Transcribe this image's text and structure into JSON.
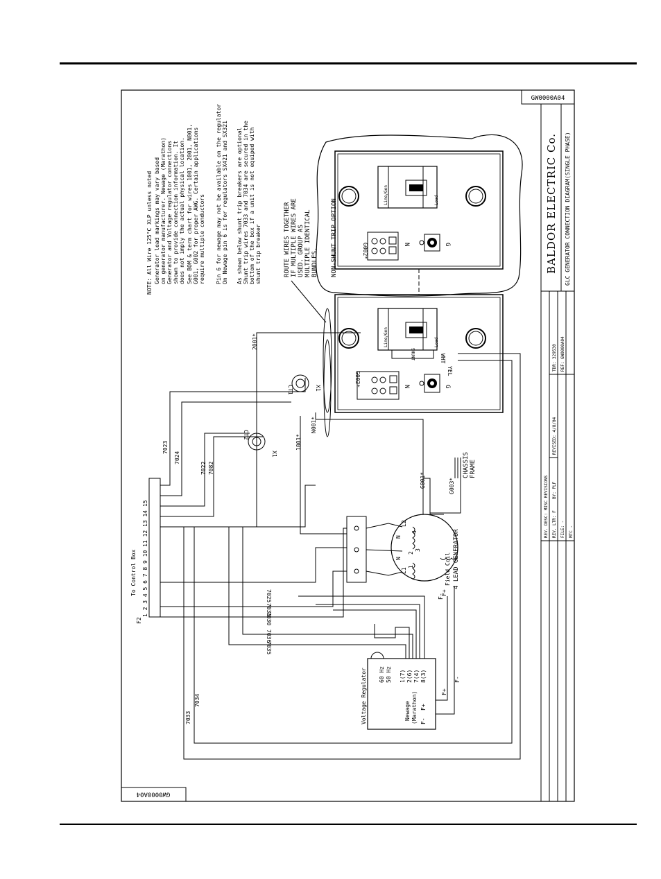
{
  "drawing_number": "GW0000A04",
  "notes": [
    "NOTE:   All Wire 125°C XLP unless noted",
    "Generator lead markings may vary based",
    "on generator manufacturer. Newage (Marathon)",
    "Generator and Voltage regulator connections",
    "shown to provide connection information. It",
    "does not imply the actual physical location.",
    "See BOM & term chart for wires 1001, 2001, N001,",
    "G001, G002 for proper AWG. Certain applications",
    "require multiple conductors",
    "Pin 6 for newage may not be available on the regulator",
    "On Newage pin 6 is for regulators SX421 and SX321",
    "As shown below shunt trip breakers are optional",
    "Shunt trip wires 7033 and 7034 are secured in the",
    "bottom of the box if a unit is not equiped with",
    "shunt trip breaker"
  ],
  "route_note": [
    "ROUTE WIRES TOGETHER",
    "IF MULTIPLE WIRES ARE",
    "USED. GROUP AS",
    "MULTIPLE IDENTICAL",
    "BUNDLES."
  ],
  "non_shunt_label": "NON-SHUNT TRIP OPTION",
  "title_block": {
    "company": "BALDOR ELECTRIC Co.",
    "title": "GLC GENERATOR CONNECTION DIAGRAM(SINGLE PHASE)",
    "rev_desc": "REV. DESC: MISC REVISIONS",
    "rev_ltr": "REV. LTR: F",
    "by": "BY: PLF",
    "revised": "REVISED: 4/8/04",
    "file": "FILE: -",
    "mtc": "MTC -",
    "tdr": "TDR: 329530",
    "ref": "REF: GW0000A04"
  },
  "control_box": {
    "title": "To Control Box",
    "terminal": "F2",
    "pins": "1  2  3  4  5  6  7  8  9  10  11 12  13 14  15"
  },
  "regulator": {
    "title": "Voltage Regulator",
    "maker": [
      "Newage",
      "(Marathon)"
    ],
    "freq": [
      "60 Hz",
      "50 Hz"
    ],
    "pins": [
      "1(7)",
      "2(6)",
      "7(4)",
      "8(3)"
    ],
    "field": [
      "F-",
      "F+"
    ]
  },
  "generator": {
    "label": "4 LEAD GENERATOR",
    "field_coil": "Field Coil",
    "leads": [
      "L1",
      "1",
      "2",
      "3",
      "4",
      "L2",
      "N",
      "N"
    ],
    "f_plus": "F+",
    "f_minus": "F-"
  },
  "chassis": [
    "CHASSIS",
    "FRAME"
  ],
  "wires": {
    "w7023": "7023",
    "w7024": "7024",
    "w7022": "7022",
    "w7082": "7082",
    "w7025": "7025",
    "w7031": "7031",
    "w7030": "7030",
    "w7036": "7036",
    "w7035": "7035",
    "w7034": "7034",
    "w7033": "7033",
    "w1001": "1001*",
    "wN001": "N001*",
    "w2001": "2001*",
    "wG001": "G001*",
    "wG003": "G003*",
    "wG002": "G002*",
    "ct1": "CT1",
    "ct2": "CT2",
    "x1": "X1",
    "wht": "WHT",
    "yel": "YEL",
    "shunt": "SHUNT",
    "g": "G",
    "n": "N",
    "line_gen": "Line/Gen",
    "load": "Load",
    "fplus": "F+",
    "fminus": "F-"
  }
}
